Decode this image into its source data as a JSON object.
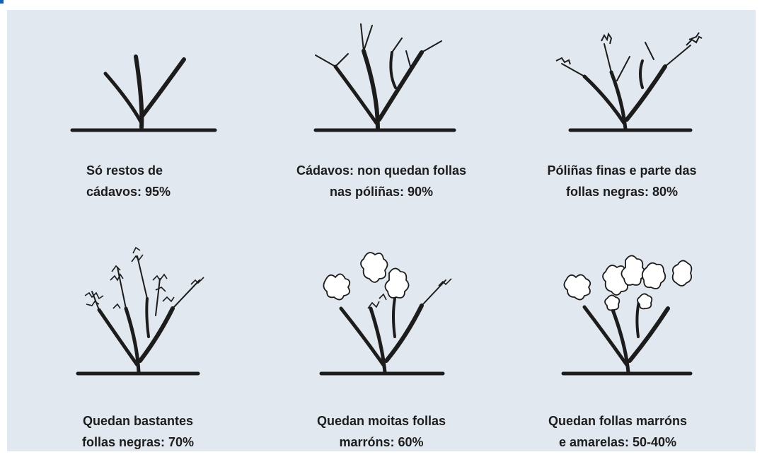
{
  "panels": [
    {
      "name": "stage-95",
      "lines": [
        "Só restos de",
        "cádavos: 95%"
      ],
      "align": "left"
    },
    {
      "name": "stage-90",
      "lines": [
        "Cádavos: non quedan follas",
        "nas póliñas: 90%"
      ],
      "align": "center"
    },
    {
      "name": "stage-80",
      "lines": [
        "Póliñas finas e parte das",
        "follas negras: 80%"
      ],
      "align": "center"
    },
    {
      "name": "stage-70",
      "lines": [
        "Quedan bastantes",
        "follas negras: 70%"
      ],
      "align": "center"
    },
    {
      "name": "stage-60",
      "lines": [
        "Quedan moitas follas",
        "marróns: 60%"
      ],
      "align": "center"
    },
    {
      "name": "stage-50-40",
      "lines": [
        "Quedan follas marróns",
        "e amarelas: 50-40%"
      ],
      "align": "center"
    }
  ],
  "colors": {
    "background": "#e2e8ef",
    "ink": "#1c1c1c",
    "accent": "#1a5fb0"
  }
}
